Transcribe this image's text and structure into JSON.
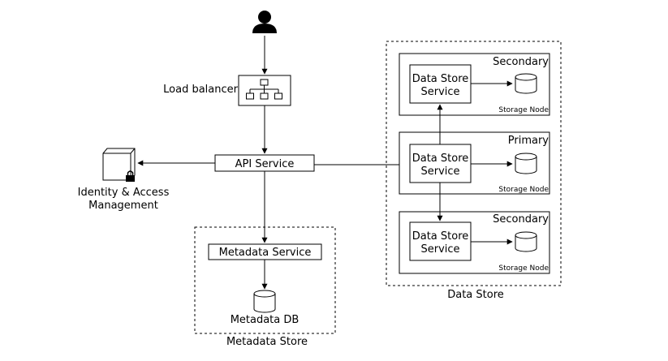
{
  "user": {
    "icon": "user-icon"
  },
  "load_balancer": {
    "label": "Load balancer",
    "icon": "load-balancer-icon"
  },
  "api_service": {
    "label": "API Service"
  },
  "iam": {
    "line1": "Identity & Access",
    "line2": "Management",
    "icon": "lock-cube-icon"
  },
  "metadata_store": {
    "label": "Metadata Store",
    "service_label": "Metadata Service",
    "db_label": "Metadata DB"
  },
  "data_store": {
    "label": "Data Store",
    "nodes": [
      {
        "role": "Secondary",
        "service_line1": "Data Store",
        "service_line2": "Service",
        "storage_label": "Storage Node"
      },
      {
        "role": "Primary",
        "service_line1": "Data Store",
        "service_line2": "Service",
        "storage_label": "Storage Node"
      },
      {
        "role": "Secondary",
        "service_line1": "Data Store",
        "service_line2": "Service",
        "storage_label": "Storage Node"
      }
    ]
  }
}
